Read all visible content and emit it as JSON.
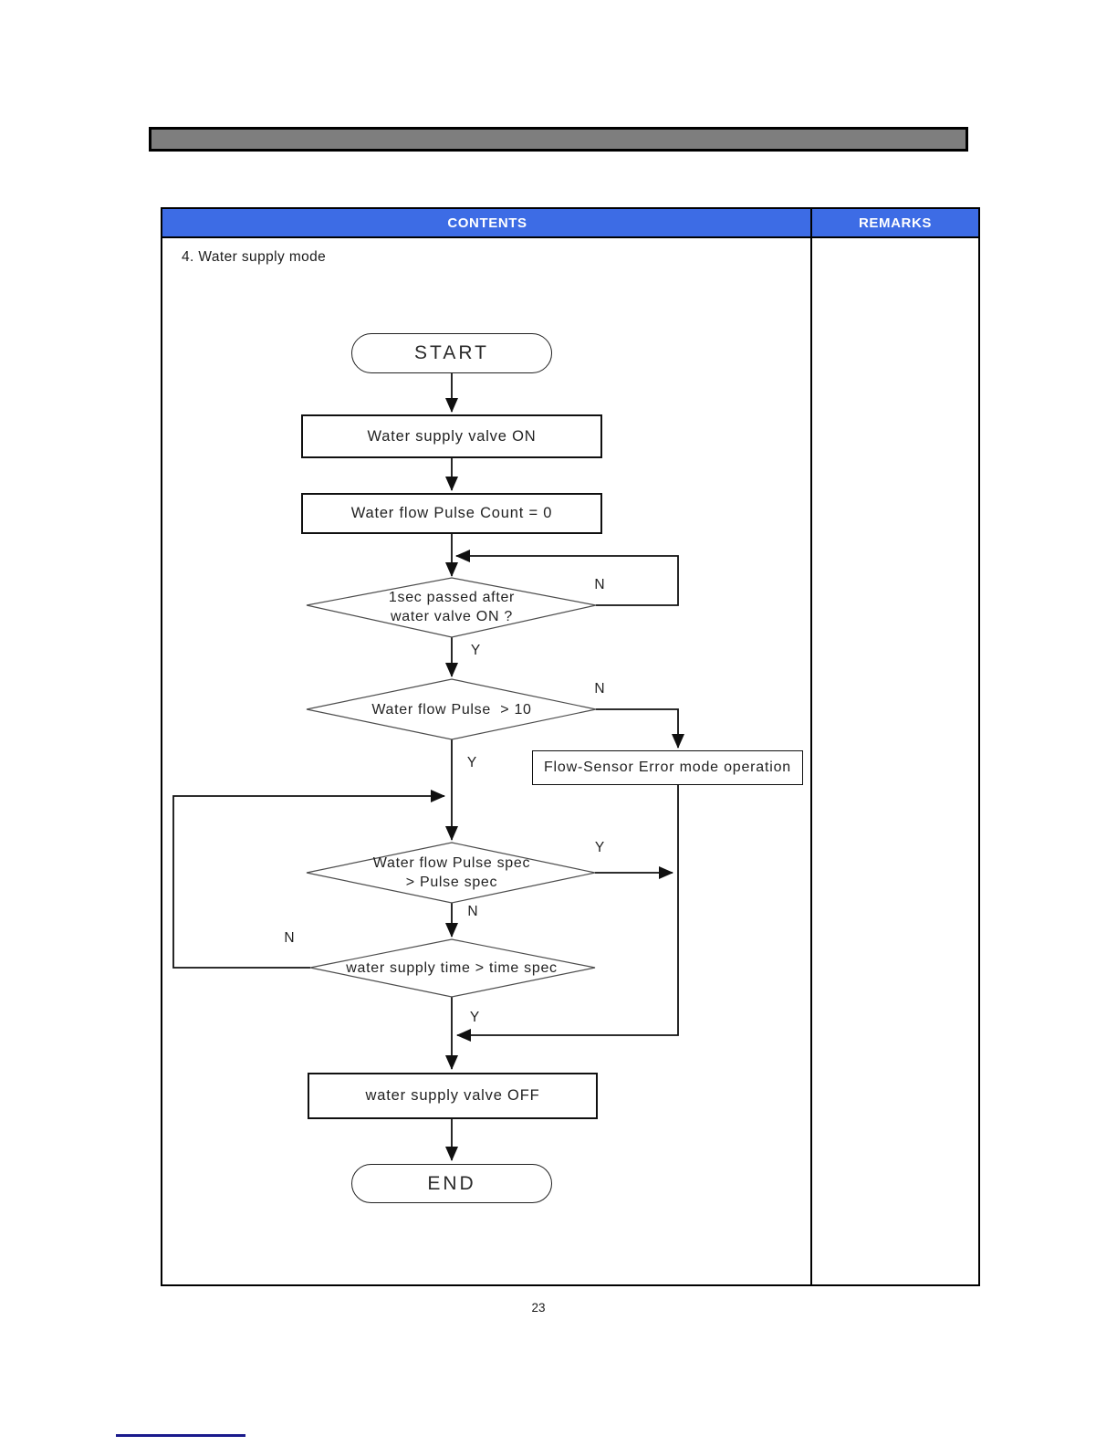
{
  "page": {
    "number": "23",
    "colors": {
      "header_blue": "#3d6ce5",
      "bar_gray": "#7e7e7e",
      "footer_navy": "#1a1a8c"
    }
  },
  "table": {
    "columns": [
      {
        "label": "CONTENTS"
      },
      {
        "label": "REMARKS"
      }
    ],
    "section_title": "4. Water supply mode"
  },
  "flowchart": {
    "yes": "Y",
    "no": "N",
    "start": "START",
    "end": "END",
    "steps": {
      "valve_on": "Water supply valve ON",
      "pulse_count_reset": "Water flow Pulse Count = 0",
      "flow_sensor_error": "Flow-Sensor Error mode operation",
      "valve_off": "water supply valve OFF"
    },
    "decisions": {
      "one_sec_line1": "1sec passed after",
      "one_sec_line2": "water valve ON ?",
      "pulse_gt_10": "Water flow Pulse  > 10",
      "pulse_spec_line1": "Water flow Pulse spec",
      "pulse_spec_line2": "> Pulse spec",
      "time_spec": "water supply time > time spec"
    }
  }
}
